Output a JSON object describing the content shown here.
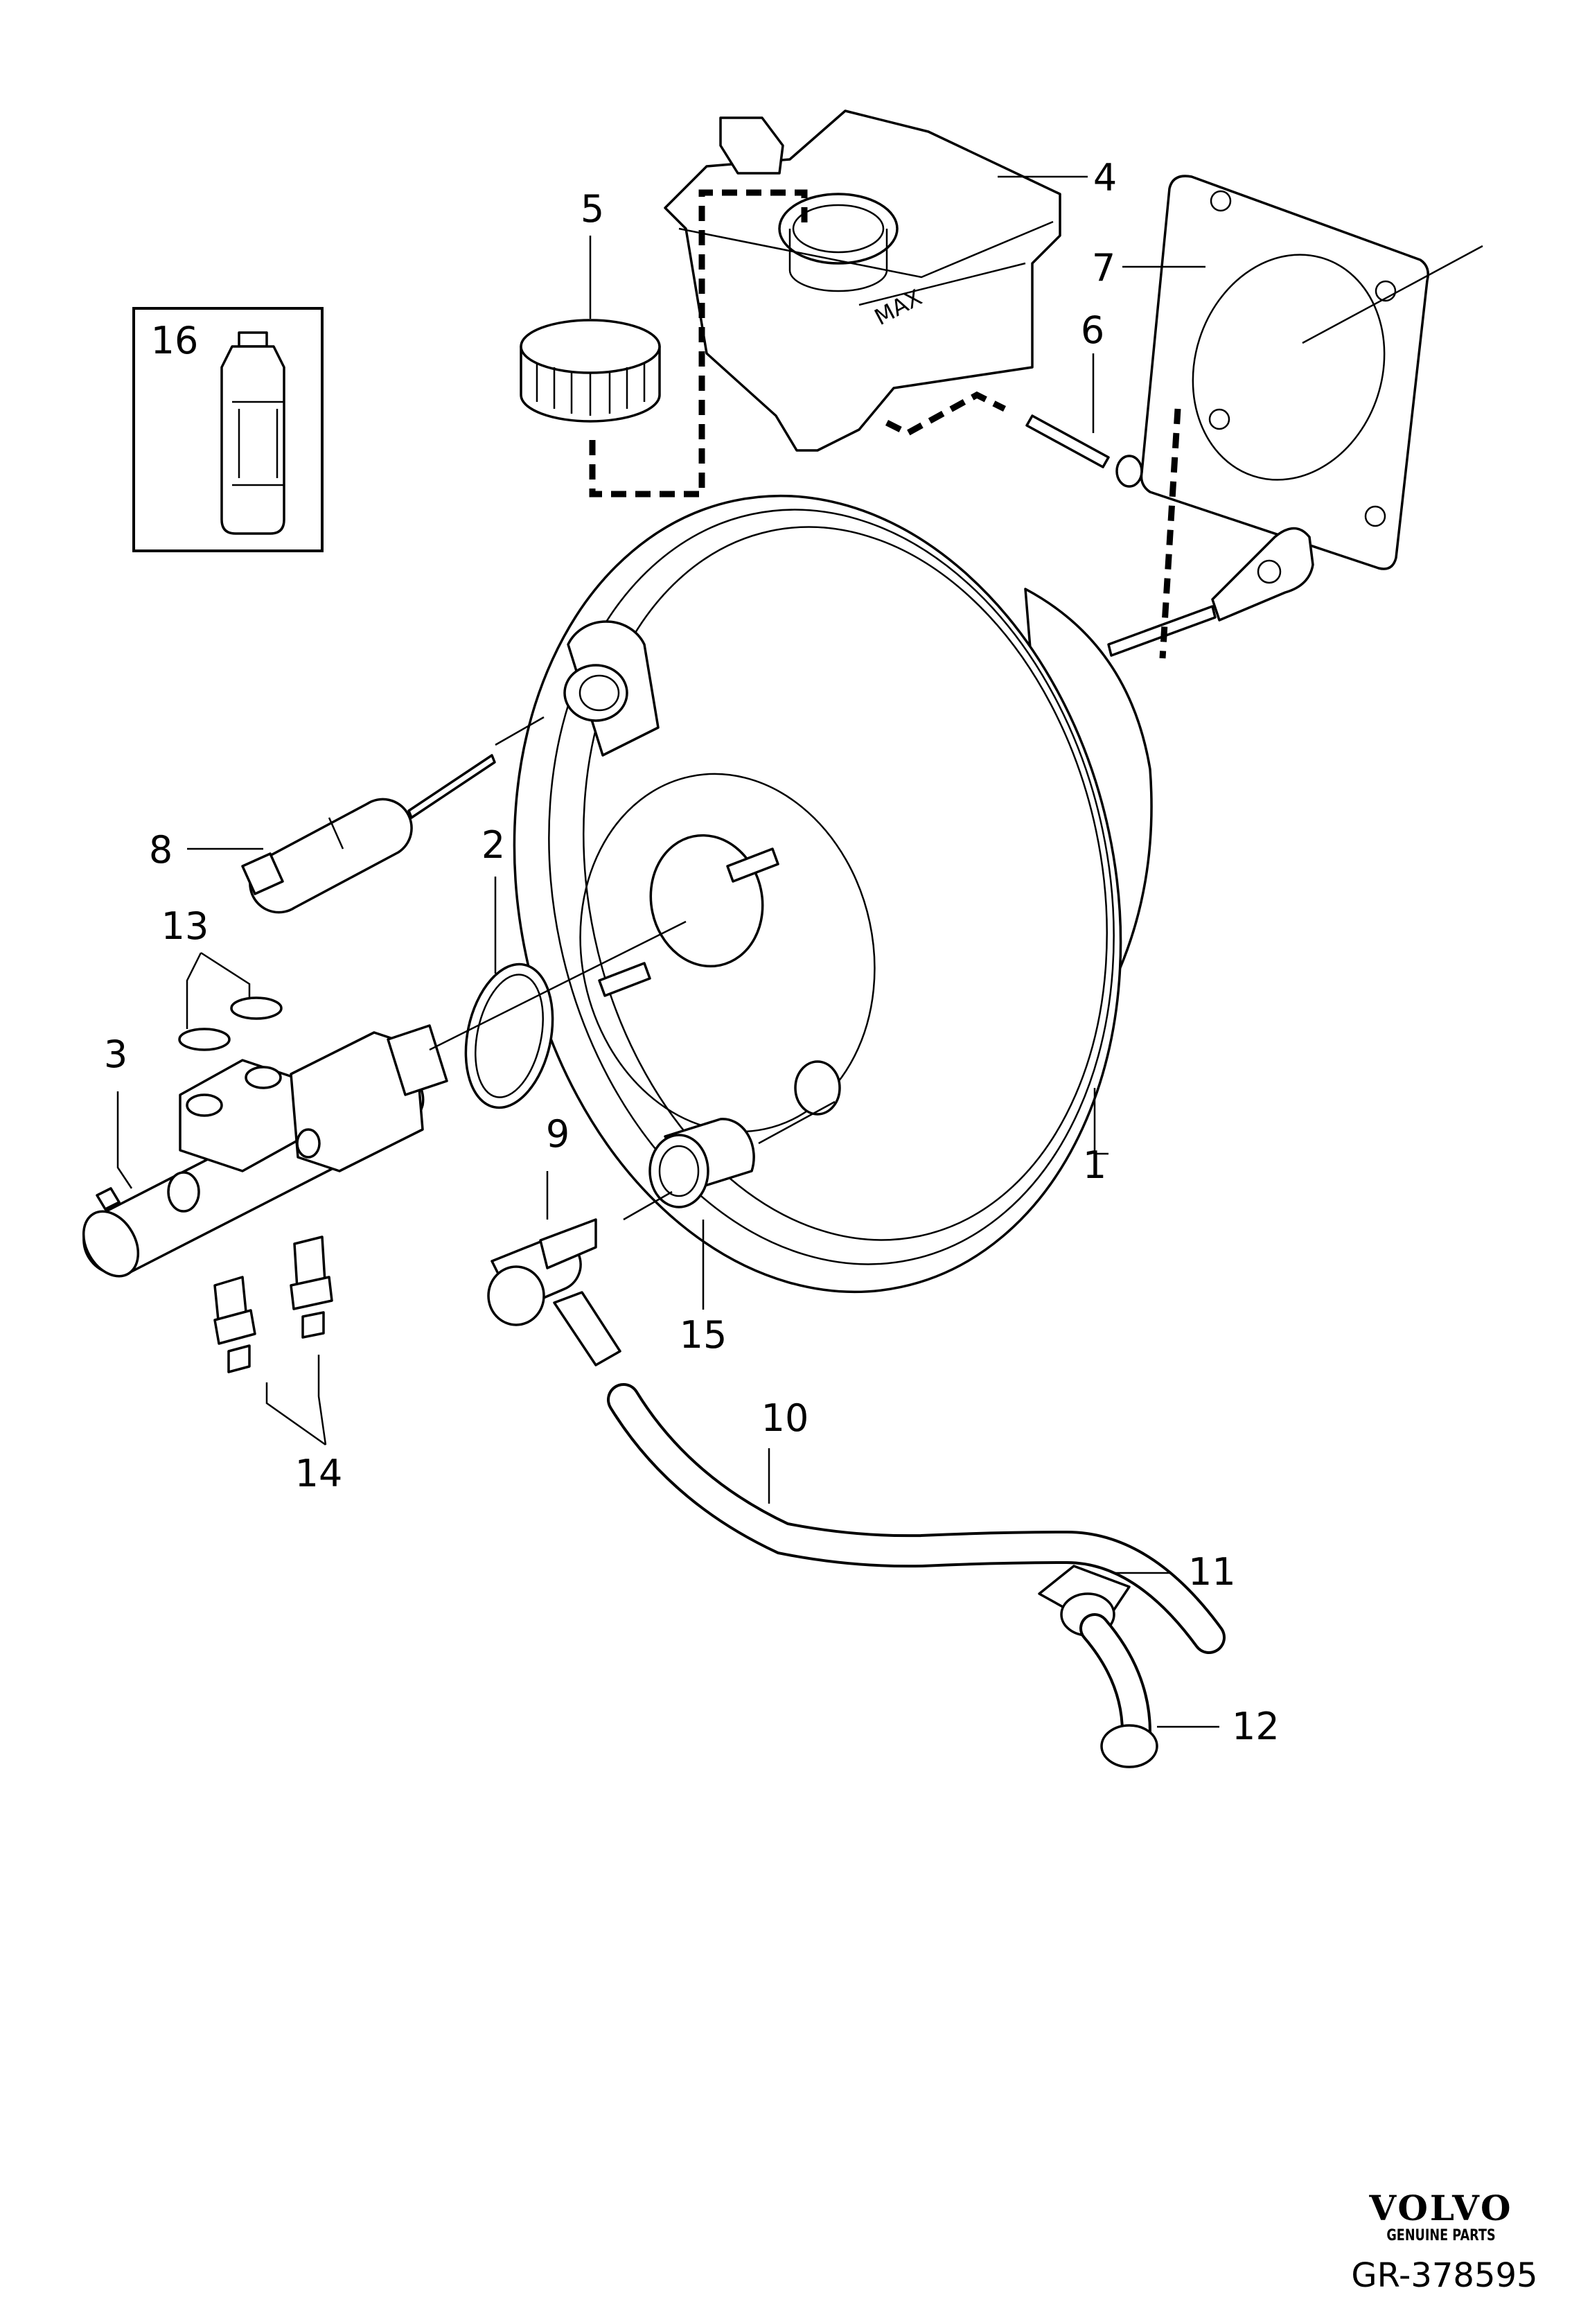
{
  "callouts": {
    "c1": "1",
    "c2": "2",
    "c3": "3",
    "c4": "4",
    "c5": "5",
    "c6": "6",
    "c7": "7",
    "c8": "8",
    "c9": "9",
    "c10": "10",
    "c11": "11",
    "c12": "12",
    "c13": "13",
    "c14": "14",
    "c15": "15",
    "c16": "16"
  },
  "reservoir_mark": "MAX",
  "logo": {
    "brand": "VOLVO",
    "subtitle": "GENUINE PARTS"
  },
  "drawing_number": "GR-378595"
}
